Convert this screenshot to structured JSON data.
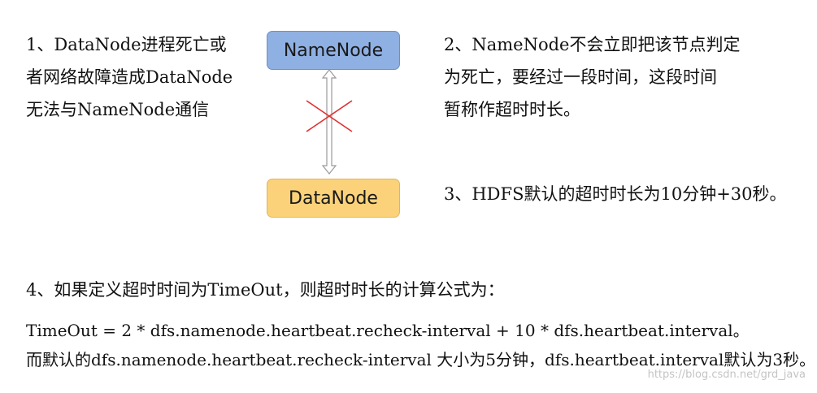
{
  "nodes": {
    "namenode": "NameNode",
    "datanode": "DataNode"
  },
  "paragraphs": {
    "p1": [
      "1、DataNode进程死亡或",
      "者网络故障造成DataNode",
      "无法与NameNode通信"
    ],
    "p2": [
      "2、NameNode不会立即把该节点判定",
      "为死亡，要经过一段时间，这段时间",
      "暂称作超时时长。"
    ],
    "p3": "3、HDFS默认的超时时长为10分钟+30秒。",
    "p4": "4、如果定义超时时间为TimeOut，则超时时长的计算公式为：",
    "formula_line1": "TimeOut  = 2 * dfs.namenode.heartbeat.recheck-interval + 10 * dfs.heartbeat.interval。",
    "formula_line2": "而默认的dfs.namenode.heartbeat.recheck-interval 大小为5分钟，dfs.heartbeat.interval默认为3秒。"
  },
  "watermark": "https://blog.csdn.net/grd_java",
  "colors": {
    "namenode_fill": "#8fb0e2",
    "datanode_fill": "#fbd27a",
    "cross": "#e03030",
    "arrow_stroke": "#9a9a9a"
  }
}
